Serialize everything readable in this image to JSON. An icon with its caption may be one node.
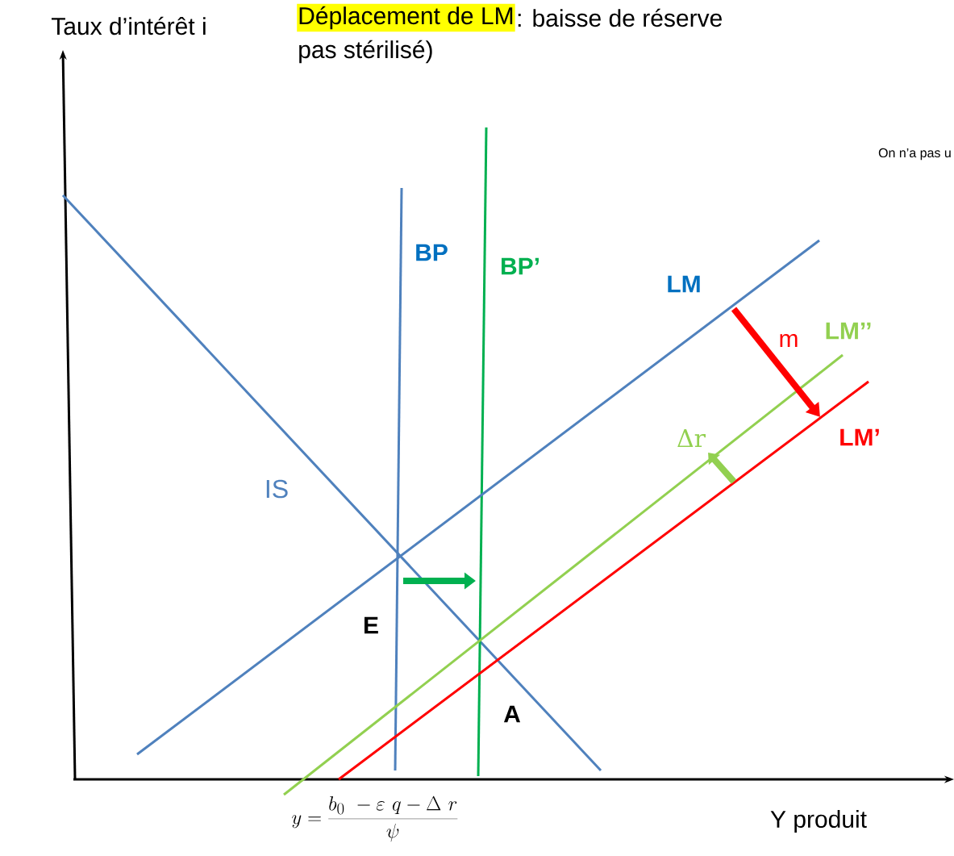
{
  "diagram": {
    "labels": [
      "Taux d’intérêt i",
      "Déplacement de LM",
      ": baisse de réserve",
      "pas stérilisé)",
      "On n’a pas u",
      "BP",
      "BP’",
      "LM",
      "m",
      "LM’’",
      "Δr",
      "LM’",
      "IS",
      "E",
      "A",
      "Y produit",
      "y = \\frac{b_0\\ - \\varepsilon\\ q - \\Delta\\ r}{\\psi}"
    ]
  }
}
